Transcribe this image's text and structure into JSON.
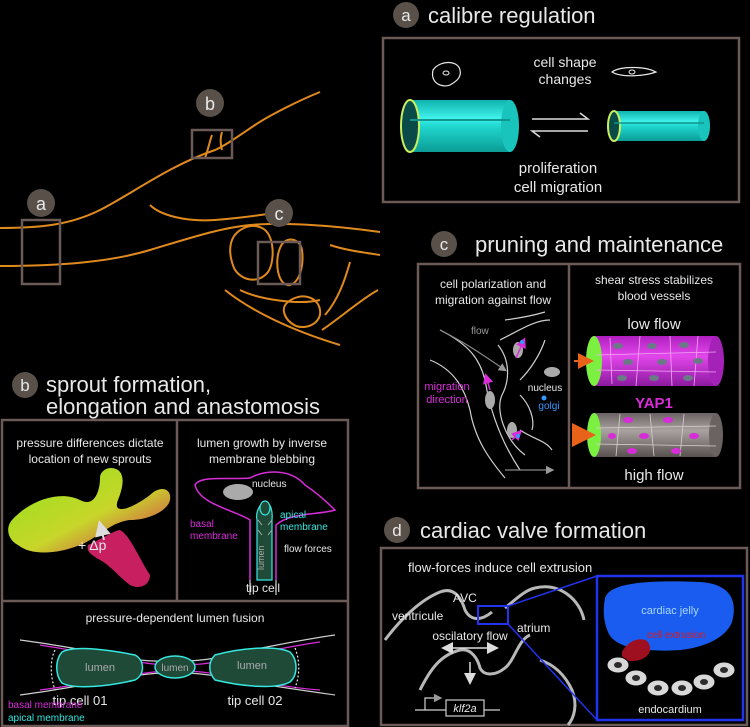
{
  "colors": {
    "background": "#000000",
    "vessel": "#e08a1e",
    "panel_border": "#6b5a55",
    "box_fill": "#585049",
    "cyan": "#35e8e0",
    "magenta": "#d92cd9",
    "lumen": "#1f4a38",
    "blue": "#2233ee",
    "text": "#e8e8e8"
  },
  "overview": {
    "label_a": "a",
    "label_b": "b",
    "label_c": "c"
  },
  "panel_a": {
    "badge": "a",
    "title": "calibre regulation",
    "shape_label_1": "cell shape",
    "shape_label_2": "changes",
    "process_1": "proliferation",
    "process_2": "cell migration"
  },
  "panel_c": {
    "badge": "c",
    "title": "pruning and maintenance",
    "left_title_1": "cell polarization and",
    "left_title_2": "migration against flow",
    "flow": "flow",
    "nucleus": "nucleus",
    "golgi": "golgi",
    "migration_1": "migration",
    "migration_2": "direction",
    "right_title_1": "shear stress stabilizes",
    "right_title_2": "blood vessels",
    "low_flow": "low flow",
    "yap": "YAP1",
    "high_flow": "high flow"
  },
  "panel_b": {
    "badge": "b",
    "title_1": "sprout formation,",
    "title_2": "elongation and anastomosis",
    "p1_title_1": "pressure differences dictate",
    "p1_title_2": "location of new sprouts",
    "delta_p": "+ Δp",
    "p2_title_1": "lumen growth by inverse",
    "p2_title_2": "membrane blebbing",
    "nucleus": "nucleus",
    "apical_1": "apical",
    "apical_2": "membrane",
    "basal_1": "basal",
    "basal_2": "membrane",
    "lumen": "lumen",
    "flow_forces": "flow forces",
    "tip_cell": "tip cell",
    "p3_title": "pressure-dependent lumen fusion",
    "lumen_label": "lumen",
    "tip_cell_1": "tip cell 01",
    "tip_cell_2": "tip cell 02",
    "legend_basal": "basal membrane",
    "legend_apical": "apical membrane"
  },
  "panel_d": {
    "badge": "d",
    "title": "cardiac valve formation",
    "subtitle": "flow-forces induce cell extrusion",
    "avc": "AVC",
    "ventricule": "ventricule",
    "atrium": "atrium",
    "oscillatory": "oscilatory flow",
    "gene": "klf2a",
    "cardiac_jelly": "cardiac jelly",
    "cell_extrusion": "cell extrusion",
    "endocardium": "endocardium"
  }
}
